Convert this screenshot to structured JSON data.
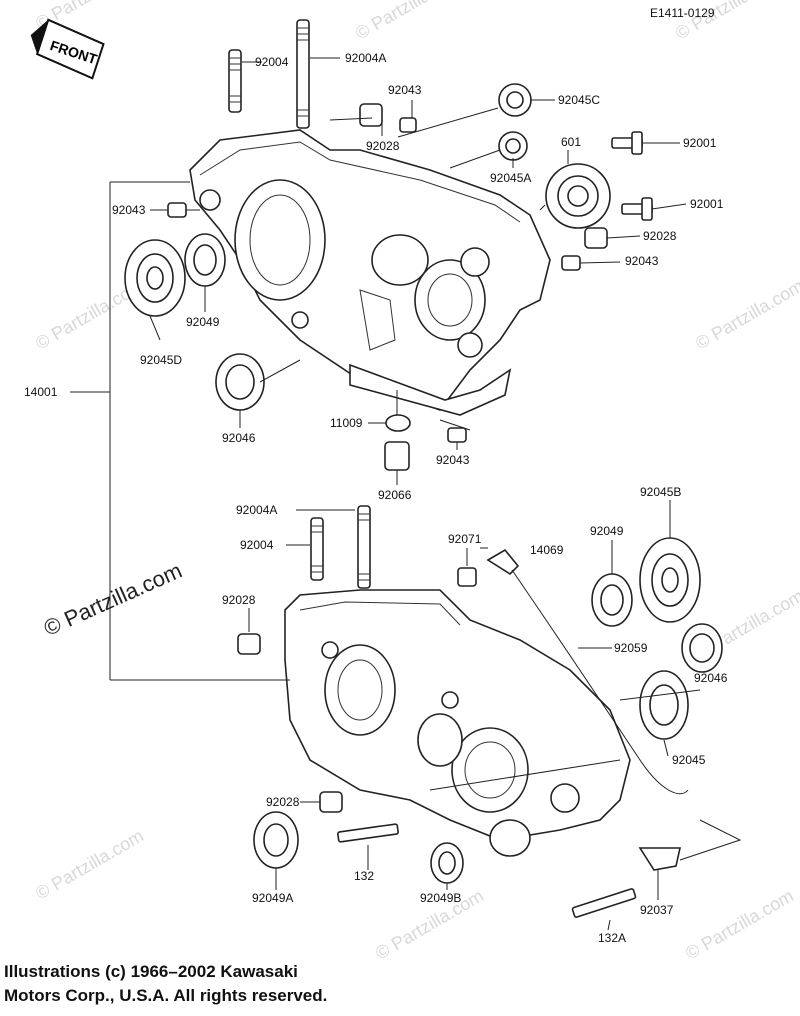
{
  "diagram_code": "E1411-0129",
  "front_label": "FRONT",
  "watermark_main": "© Partzilla.com",
  "watermark_faint": "© Partzilla.com",
  "copyright_line1": "Illustrations (c) 1966–2002 Kawasaki",
  "copyright_line2": "Motors Corp., U.S.A.  All rights reserved.",
  "parts": [
    "92004",
    "92004A",
    "92043",
    "92045C",
    "92028",
    "92045A",
    "601",
    "92001",
    "92001",
    "92043",
    "92028",
    "92043",
    "92049",
    "92045D",
    "14001",
    "92046",
    "11009",
    "92043",
    "92066",
    "92004A",
    "92004",
    "92071",
    "14069",
    "92049",
    "92045B",
    "92028",
    "92059",
    "92046",
    "92045",
    "92028",
    "132",
    "92049A",
    "92049B",
    "132A",
    "92037"
  ]
}
